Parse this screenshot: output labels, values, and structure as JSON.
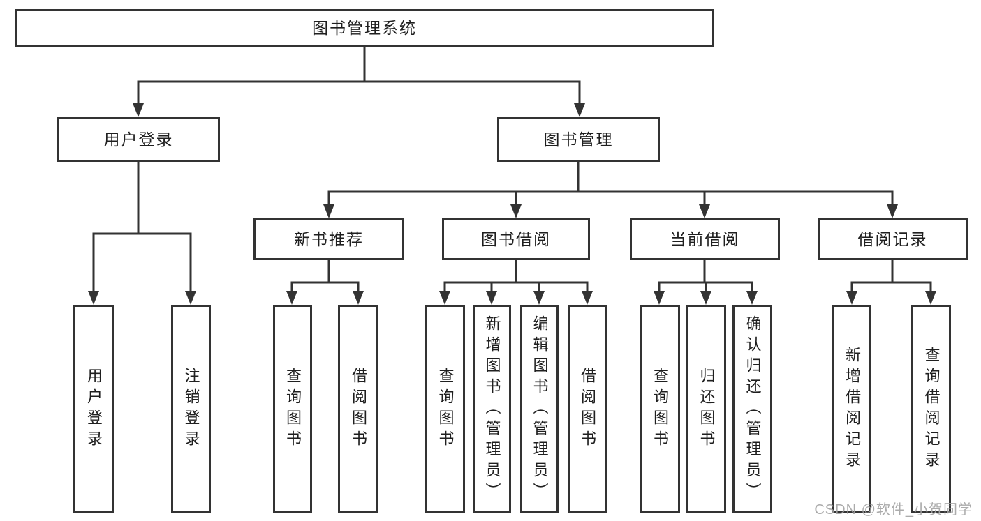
{
  "diagram_title": "图书管理系统",
  "nodes": {
    "root": "图书管理系统",
    "user_login": "用户登录",
    "book_mgmt": "图书管理",
    "new_book_rec": "新书推荐",
    "book_borrow": "图书借阅",
    "current_borrow": "当前借阅",
    "borrow_records": "借阅记录",
    "ul_user_login": "用户登录",
    "ul_logout": "注销登录",
    "nbr_query_book": "查询图书",
    "nbr_borrow_book": "借阅图书",
    "bb_query_book": "查询图书",
    "bb_add_book": "新增图书（管理员）",
    "bb_edit_book": "编辑图书（管理员）",
    "bb_borrow_book": "借阅图书",
    "cb_query_book": "查询图书",
    "cb_return_book": "归还图书",
    "cb_confirm_return": "确认归还（管理员）",
    "br_add_record": "新增借阅记录",
    "br_query_record": "查询借阅记录"
  },
  "edges": [
    [
      "root",
      "user_login"
    ],
    [
      "root",
      "book_mgmt"
    ],
    [
      "user_login",
      "ul_user_login"
    ],
    [
      "user_login",
      "ul_logout"
    ],
    [
      "book_mgmt",
      "new_book_rec"
    ],
    [
      "book_mgmt",
      "book_borrow"
    ],
    [
      "book_mgmt",
      "current_borrow"
    ],
    [
      "book_mgmt",
      "borrow_records"
    ],
    [
      "new_book_rec",
      "nbr_query_book"
    ],
    [
      "new_book_rec",
      "nbr_borrow_book"
    ],
    [
      "book_borrow",
      "bb_query_book"
    ],
    [
      "book_borrow",
      "bb_add_book"
    ],
    [
      "book_borrow",
      "bb_edit_book"
    ],
    [
      "book_borrow",
      "bb_borrow_book"
    ],
    [
      "current_borrow",
      "cb_query_book"
    ],
    [
      "current_borrow",
      "cb_return_book"
    ],
    [
      "current_borrow",
      "cb_confirm_return"
    ],
    [
      "borrow_records",
      "br_add_record"
    ],
    [
      "borrow_records",
      "br_query_record"
    ]
  ],
  "watermark": "CSDN @软件_小贺同学",
  "colors": {
    "line": "#333333",
    "box_border": "#333333",
    "text": "#1f1f1f",
    "watermark": "#a3a3a3",
    "background": "#ffffff"
  }
}
